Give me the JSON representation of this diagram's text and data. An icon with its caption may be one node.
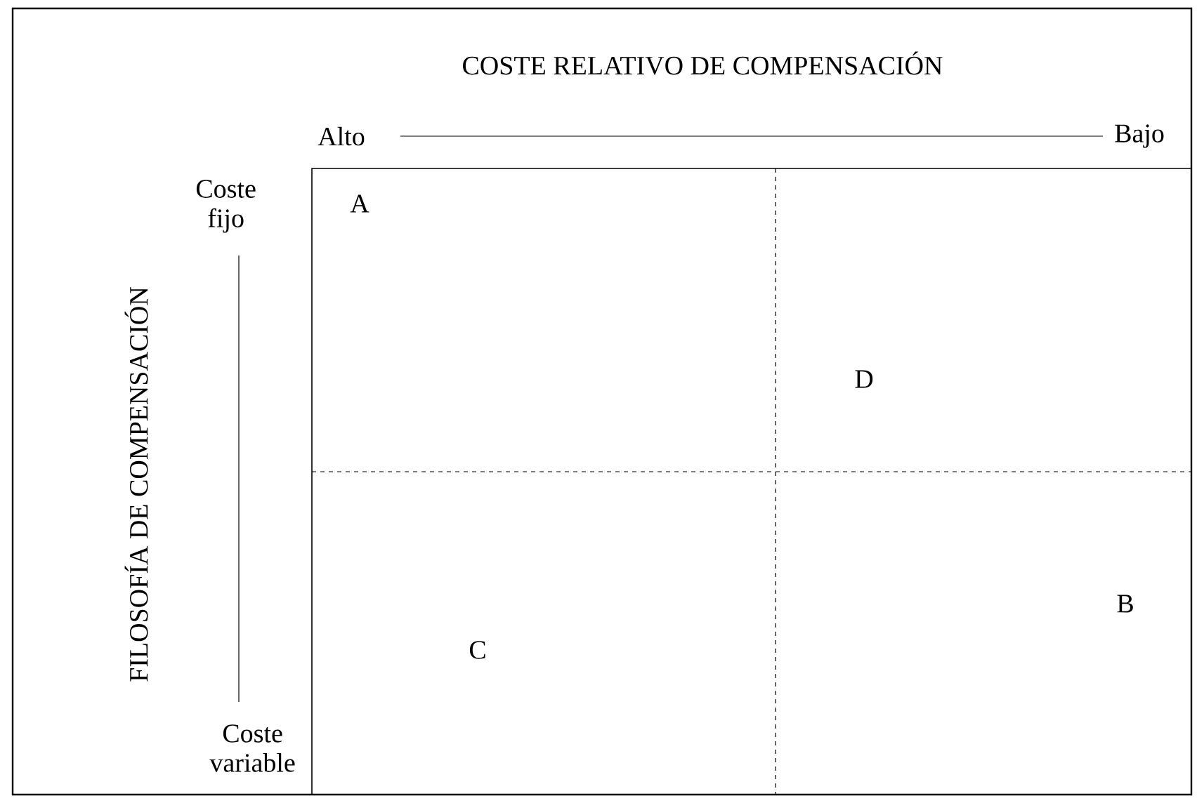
{
  "diagram": {
    "labels": [
      "COSTE RELATIVO DE COMPENSACIÓN",
      "Alto",
      "Bajo",
      "Coste fijo",
      "A",
      "FILOSOFÍA DE COMPENSACIÓN",
      "D",
      "B",
      "C",
      "Coste variable"
    ]
  }
}
